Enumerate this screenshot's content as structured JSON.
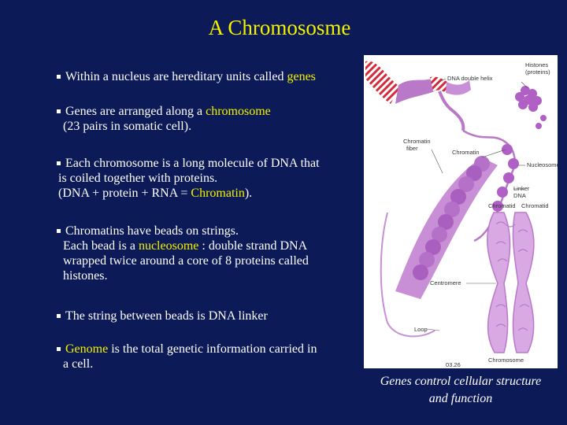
{
  "title": "A Chromososme",
  "bullets": [
    {
      "lines": [
        [
          {
            "t": "Within a nucleus are hereditary units called "
          },
          {
            "t": "genes",
            "hl": true
          }
        ]
      ]
    },
    {
      "lines": [
        [
          {
            "t": "Genes are arranged along a "
          },
          {
            "t": "chromosome",
            "hl": true
          }
        ],
        [
          {
            "t": "(23 pairs in somatic cell)."
          }
        ]
      ]
    },
    {
      "lines": [
        [
          {
            "t": "Each chromosome is a long molecule of DNA that"
          }
        ],
        [
          {
            "t": "is coiled together with proteins."
          }
        ],
        [
          {
            "t": "(DNA + protein + RNA = "
          },
          {
            "t": "Chromatin",
            "hl": true
          },
          {
            "t": ")."
          }
        ]
      ]
    },
    {
      "lines": [
        [
          {
            "t": "Chromatins have beads on strings."
          }
        ],
        [
          {
            "t": "Each bead is a "
          },
          {
            "t": "nucleosome",
            "hl": true
          },
          {
            "t": " : double strand DNA"
          }
        ],
        [
          {
            "t": "wrapped twice around a core of 8 proteins called"
          }
        ],
        [
          {
            "t": "histones."
          }
        ]
      ]
    },
    {
      "lines": [
        [
          {
            "t": "The string between beads is DNA linker"
          }
        ]
      ]
    },
    {
      "lines": [
        [
          {
            "t": "Genome",
            "hl": true
          },
          {
            "t": " is the total genetic information carried in"
          }
        ],
        [
          {
            "t": "a cell."
          }
        ]
      ]
    }
  ],
  "figure": {
    "labels": {
      "histones": "Histones",
      "proteins": "(proteins)",
      "dna_helix": "DNA double helix",
      "chromatin_fiber_1": "Chromatin",
      "chromatin_fiber_2": "fiber",
      "chromatin": "Chromatin",
      "nucleosome": "Nucleosome",
      "linker_1": "Linker",
      "linker_2": "DNA",
      "chromatid_left": "Chromatid",
      "chromatid_right": "Chromatid",
      "centromere": "Centromere",
      "loop": "Loop",
      "chromosome": "Chromosome",
      "code": "03.26"
    }
  },
  "caption": {
    "line1": "Genes control cellular structure",
    "line2": "and function"
  },
  "colors": {
    "background": "#0c1a57",
    "highlight": "#f2f200",
    "chromatin": "#c98fd6",
    "dna_red": "#d42a3a"
  }
}
